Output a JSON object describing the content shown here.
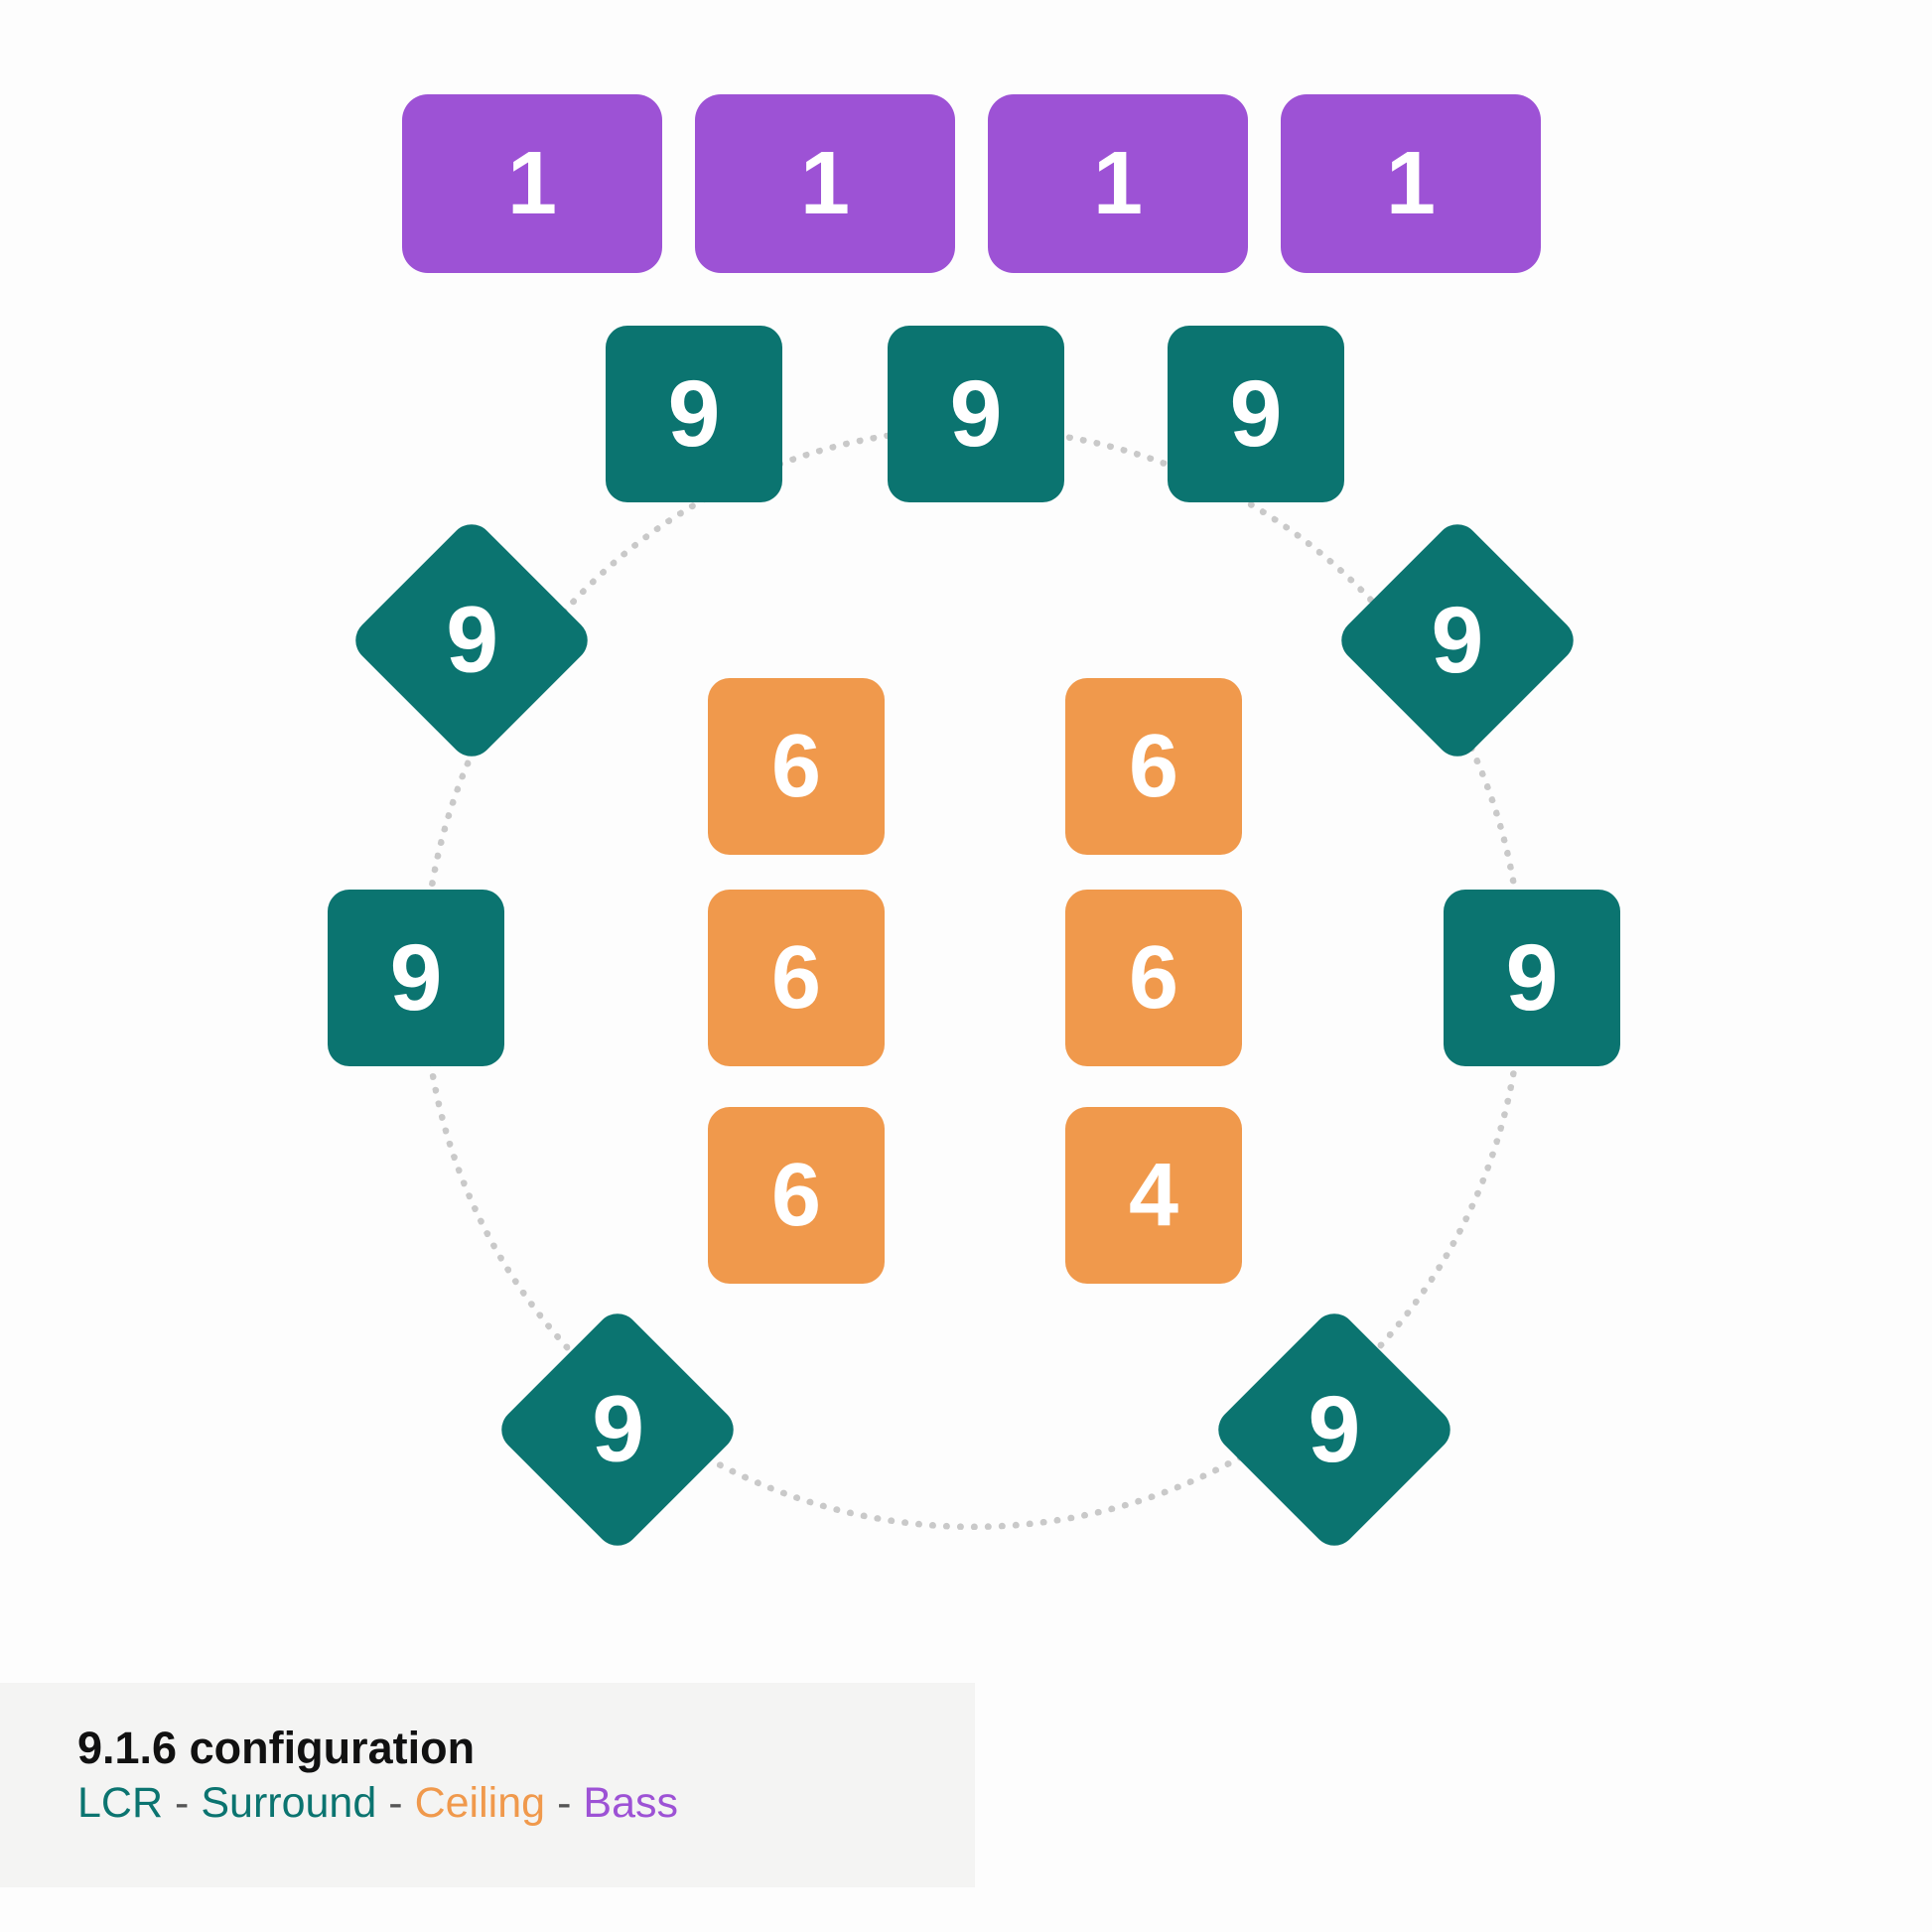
{
  "title": "9.1.6 configuration",
  "legend": {
    "separator": "-",
    "items": [
      {
        "label": "LCR",
        "color": "#0b7470"
      },
      {
        "label": "Surround",
        "color": "#0b7470"
      },
      {
        "label": "Ceiling",
        "color": "#f0994c"
      },
      {
        "label": "Bass",
        "color": "#9d52d5"
      }
    ]
  },
  "colors": {
    "bass": "#9d52d5",
    "surround": "#0b7470",
    "ceiling": "#f0994c",
    "circle": "#c9c9c9",
    "legend_background": "#f4f4f3"
  },
  "speakers": {
    "bass": {
      "items": [
        {
          "label": "1"
        },
        {
          "label": "1"
        },
        {
          "label": "1"
        },
        {
          "label": "1"
        }
      ]
    },
    "surround": {
      "items": [
        {
          "label": "9"
        },
        {
          "label": "9"
        },
        {
          "label": "9"
        },
        {
          "label": "9"
        },
        {
          "label": "9"
        },
        {
          "label": "9"
        },
        {
          "label": "9"
        },
        {
          "label": "9"
        },
        {
          "label": "9"
        }
      ]
    },
    "ceiling": {
      "items": [
        {
          "label": "6"
        },
        {
          "label": "6"
        },
        {
          "label": "6"
        },
        {
          "label": "6"
        },
        {
          "label": "6"
        },
        {
          "label": "4"
        }
      ]
    }
  }
}
